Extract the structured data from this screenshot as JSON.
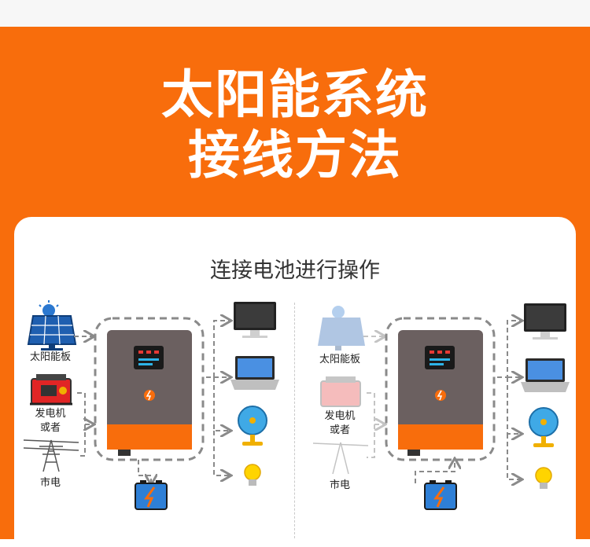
{
  "header": {
    "title_line1": "太阳能系统",
    "title_line2": "接线方法"
  },
  "section": {
    "subtitle": "连接电池进行操作"
  },
  "left_diagram": {
    "labels": {
      "solar": "太阳能板",
      "generator_line1": "发电机",
      "generator_line2": "或者",
      "grid": "市电"
    }
  },
  "right_diagram": {
    "labels": {
      "solar": "太阳能板",
      "generator_line1": "发电机",
      "generator_line2": "或者",
      "grid": "市电"
    }
  },
  "colors": {
    "brand_orange": "#f86d0c",
    "inverter_gray": "#6b6060",
    "battery_blue": "#2e7fd6"
  }
}
